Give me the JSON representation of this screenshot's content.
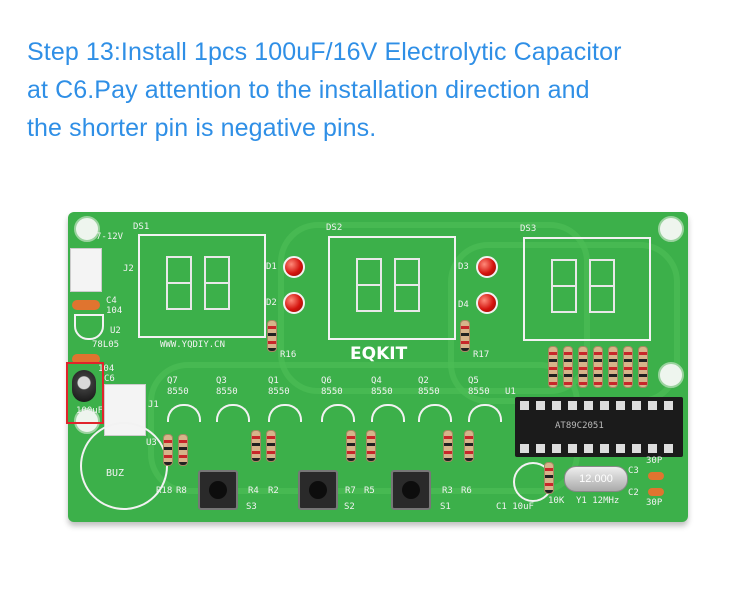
{
  "caption": {
    "lines": [
      "Step 13:Install 1pcs 100uF/16V Electrolytic Capacitor",
      "at C6.Pay attention to the installation direction and",
      "the shorter pin is negative pins."
    ],
    "color": "#2f8fe6"
  },
  "board": {
    "brand": "EQKIT",
    "website": "WWW.YQDIY.CN",
    "ic_label": "AT89C2051",
    "crystal_label": "12.000",
    "highlight_color": "#e0242b",
    "labels": {
      "ds1": "DS1",
      "ds2": "DS2",
      "ds3": "DS3",
      "d1": "D1",
      "d2": "D2",
      "d3": "D3",
      "d4": "D4",
      "power": "7-12V",
      "j2": "J2",
      "c4": "C4",
      "c4v": "104",
      "u2": "U2",
      "u2v": "78L05",
      "c5": "104",
      "c6": "C6",
      "c6v": "100uF",
      "j1": "J1",
      "u3": "U3",
      "buz": "BUZ",
      "r16": "R16",
      "r17": "R17",
      "u1": "U1",
      "r18": "R18",
      "r8": "R8",
      "r4": "R4",
      "r2": "R2",
      "r7": "R7",
      "r5": "R5",
      "r3": "R3",
      "r6": "R6",
      "s3": "S3",
      "s2": "S2",
      "s1": "S1",
      "c1": "C1 10uF",
      "r10k": "10K",
      "y1": "Y1 12MHz",
      "c3": "C3",
      "c2": "C2",
      "c3v": "30P",
      "c2v": "30P"
    },
    "transistors": [
      {
        "ref": "Q7",
        "part": "8550"
      },
      {
        "ref": "Q3",
        "part": "8550"
      },
      {
        "ref": "Q1",
        "part": "8550"
      },
      {
        "ref": "Q6",
        "part": "8550"
      },
      {
        "ref": "Q4",
        "part": "8550"
      },
      {
        "ref": "Q2",
        "part": "8550"
      },
      {
        "ref": "Q5",
        "part": "8550"
      }
    ]
  }
}
